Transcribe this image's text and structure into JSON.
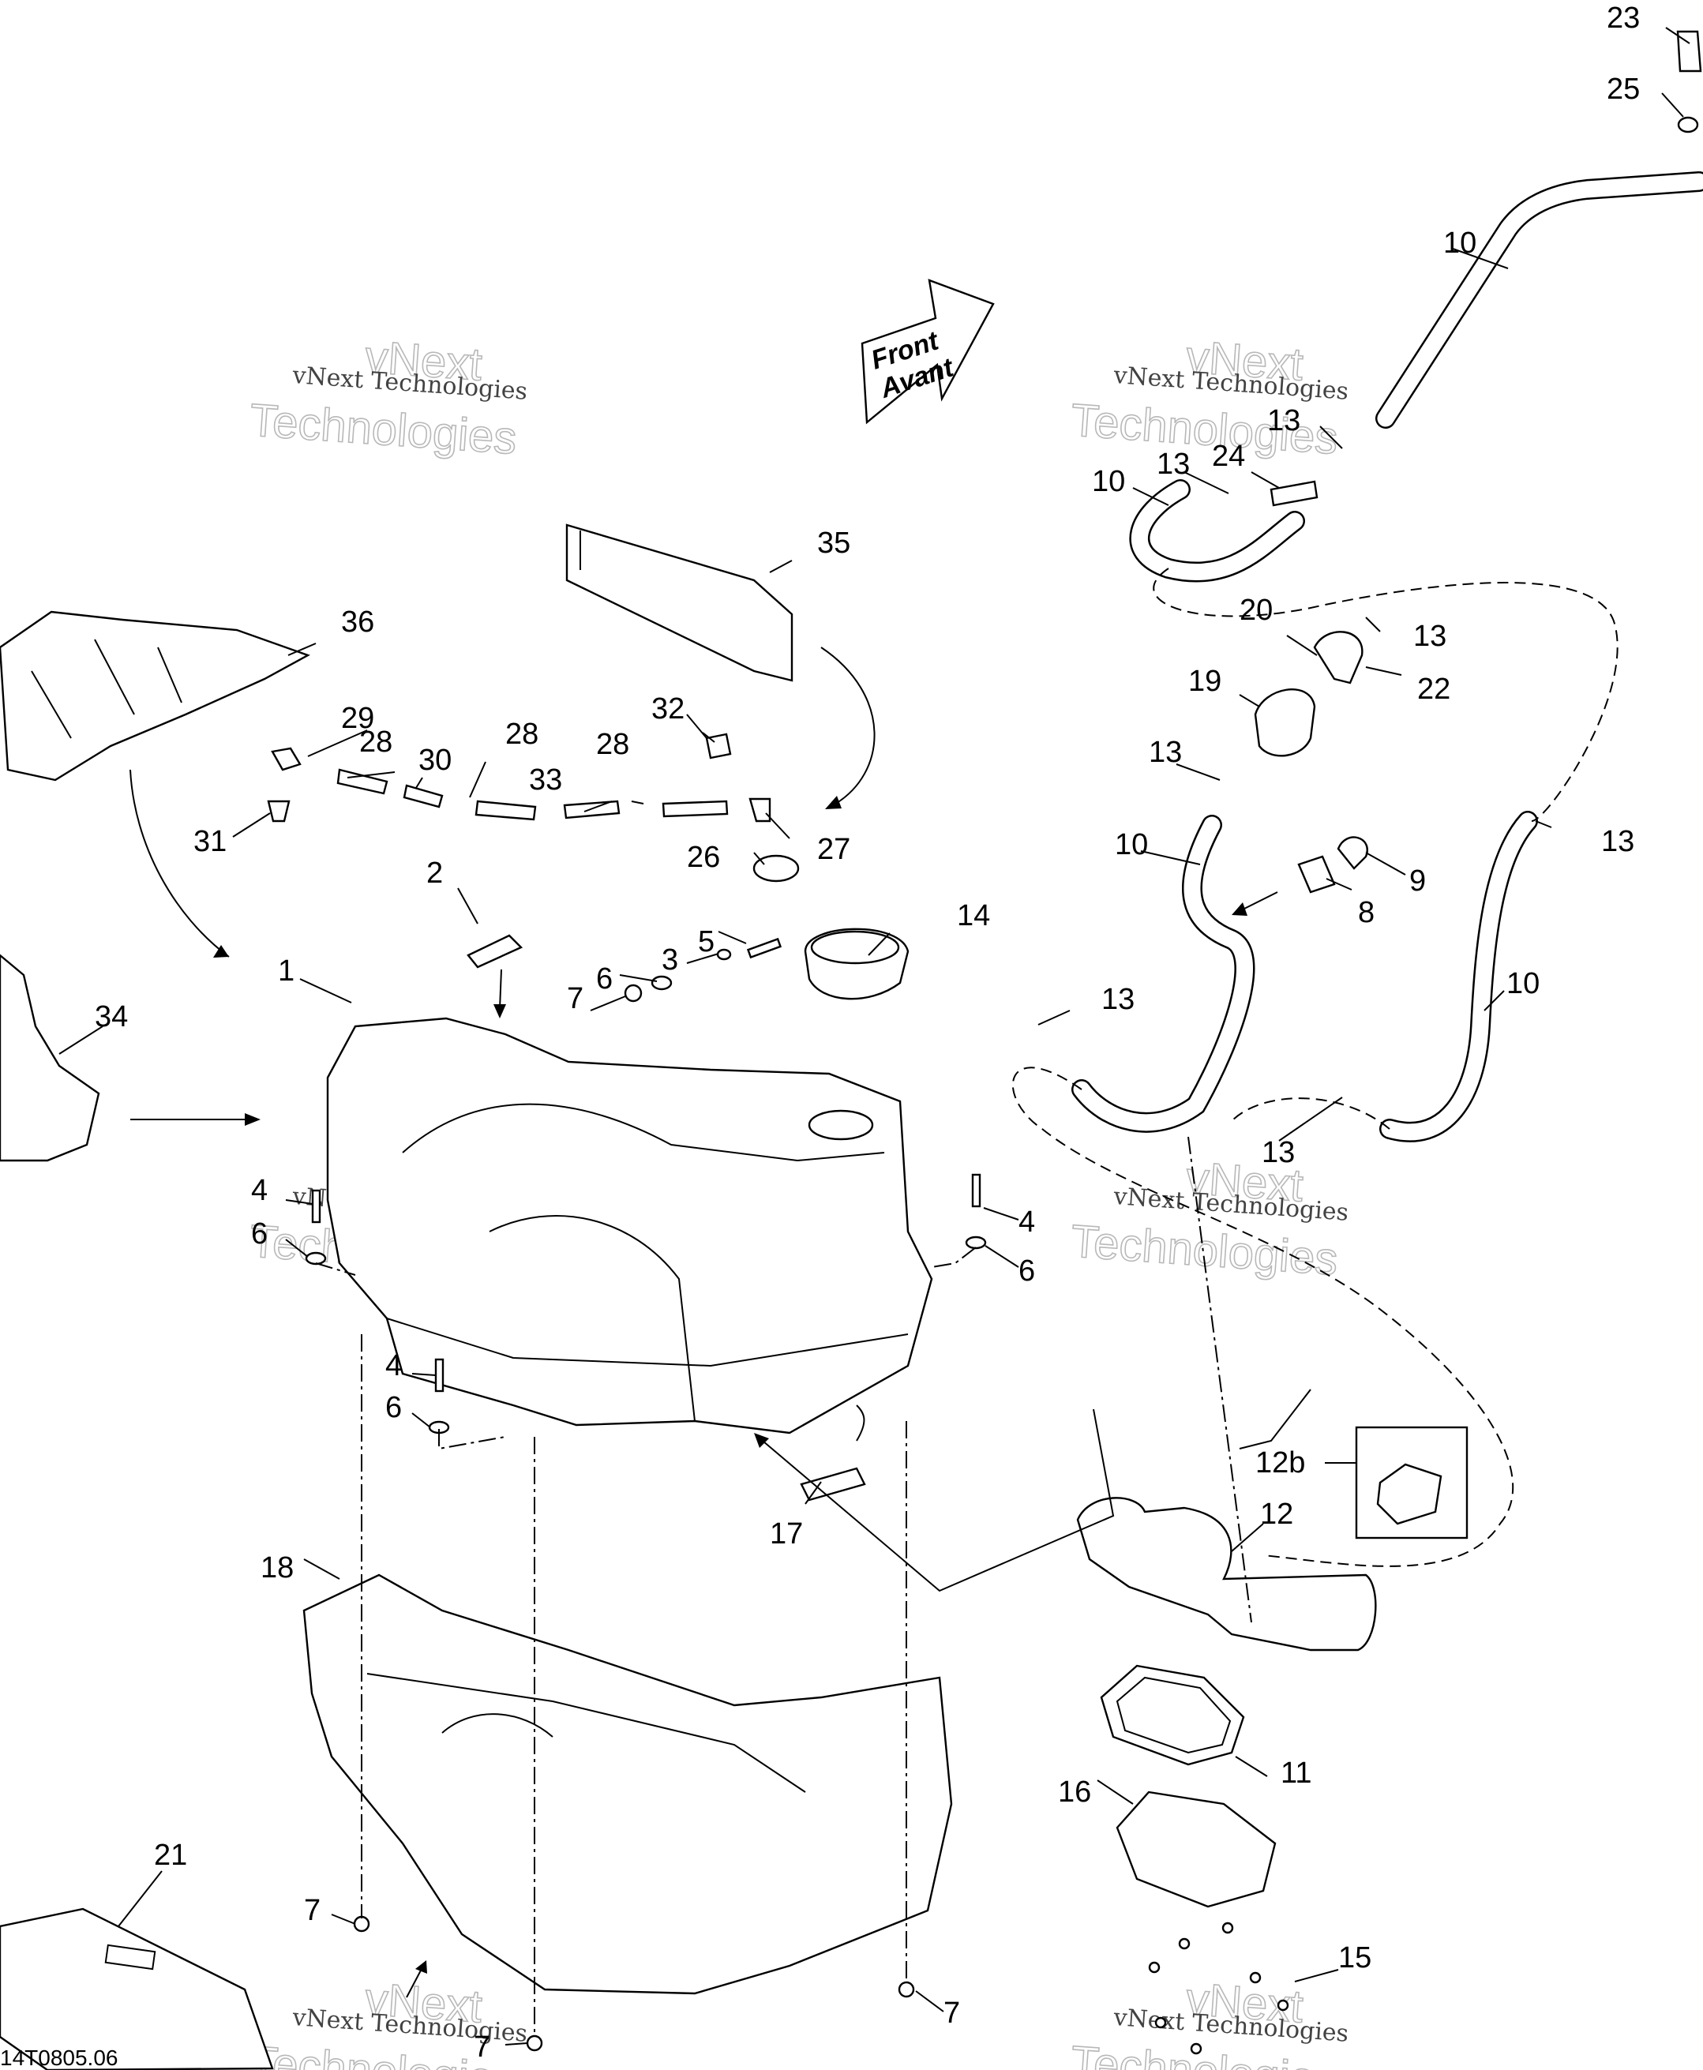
{
  "drawing_code": "14T0805.06",
  "direction": {
    "line1": "Front",
    "line2": "Avant"
  },
  "watermark": {
    "line1": "vNext Technologies",
    "line2": "vNext",
    "line3": "Technologies"
  },
  "callouts": [
    {
      "id": "c1",
      "label": "1"
    },
    {
      "id": "c2",
      "label": "2"
    },
    {
      "id": "c3",
      "label": "3"
    },
    {
      "id": "c4a",
      "label": "4"
    },
    {
      "id": "c4b",
      "label": "4"
    },
    {
      "id": "c4c",
      "label": "4"
    },
    {
      "id": "c5",
      "label": "5"
    },
    {
      "id": "c6a",
      "label": "6"
    },
    {
      "id": "c6b",
      "label": "6"
    },
    {
      "id": "c6c",
      "label": "6"
    },
    {
      "id": "c6d",
      "label": "6"
    },
    {
      "id": "c7a",
      "label": "7"
    },
    {
      "id": "c7b",
      "label": "7"
    },
    {
      "id": "c7c",
      "label": "7"
    },
    {
      "id": "c7d",
      "label": "7"
    },
    {
      "id": "c8",
      "label": "8"
    },
    {
      "id": "c9",
      "label": "9"
    },
    {
      "id": "c10a",
      "label": "10"
    },
    {
      "id": "c10b",
      "label": "10"
    },
    {
      "id": "c10c",
      "label": "10"
    },
    {
      "id": "c10d",
      "label": "10"
    },
    {
      "id": "c11",
      "label": "11"
    },
    {
      "id": "c12",
      "label": "12"
    },
    {
      "id": "c12b",
      "label": "12b"
    },
    {
      "id": "c13a",
      "label": "13"
    },
    {
      "id": "c13b",
      "label": "13"
    },
    {
      "id": "c13c",
      "label": "13"
    },
    {
      "id": "c13d",
      "label": "13"
    },
    {
      "id": "c13e",
      "label": "13"
    },
    {
      "id": "c13f",
      "label": "13"
    },
    {
      "id": "c13g",
      "label": "13"
    },
    {
      "id": "c14",
      "label": "14"
    },
    {
      "id": "c15",
      "label": "15"
    },
    {
      "id": "c16",
      "label": "16"
    },
    {
      "id": "c17",
      "label": "17"
    },
    {
      "id": "c18",
      "label": "18"
    },
    {
      "id": "c19",
      "label": "19"
    },
    {
      "id": "c20",
      "label": "20"
    },
    {
      "id": "c21",
      "label": "21"
    },
    {
      "id": "c22",
      "label": "22"
    },
    {
      "id": "c23",
      "label": "23"
    },
    {
      "id": "c24",
      "label": "24"
    },
    {
      "id": "c25",
      "label": "25"
    },
    {
      "id": "c26",
      "label": "26"
    },
    {
      "id": "c27",
      "label": "27"
    },
    {
      "id": "c28a",
      "label": "28"
    },
    {
      "id": "c28b",
      "label": "28"
    },
    {
      "id": "c28c",
      "label": "28"
    },
    {
      "id": "c29",
      "label": "29"
    },
    {
      "id": "c30",
      "label": "30"
    },
    {
      "id": "c31",
      "label": "31"
    },
    {
      "id": "c32",
      "label": "32"
    },
    {
      "id": "c33",
      "label": "33"
    },
    {
      "id": "c34",
      "label": "34"
    },
    {
      "id": "c35",
      "label": "35"
    },
    {
      "id": "c36",
      "label": "36"
    }
  ]
}
